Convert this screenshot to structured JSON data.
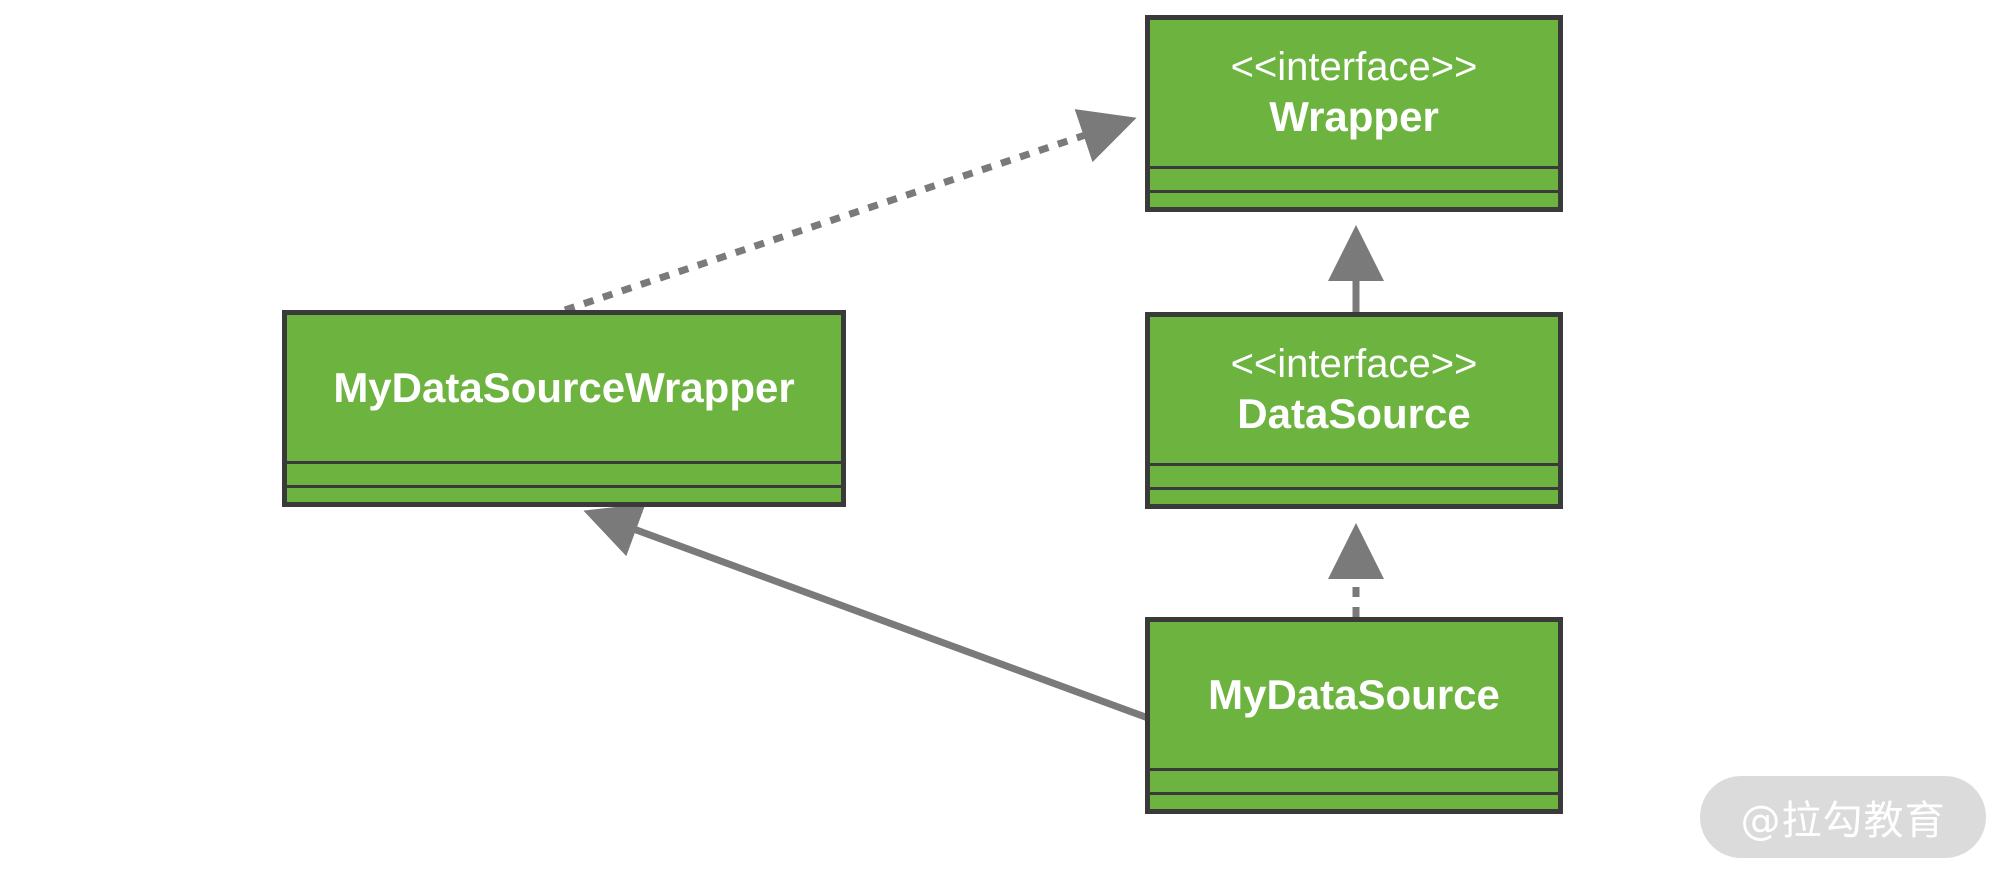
{
  "classes": {
    "wrapper": {
      "stereotype": "<<interface>>",
      "name": "Wrapper"
    },
    "datasource": {
      "stereotype": "<<interface>>",
      "name": "DataSource"
    },
    "my_datasource_wrapper": {
      "name": "MyDataSourceWrapper"
    },
    "my_datasource": {
      "name": "MyDataSource"
    }
  },
  "relations": [
    {
      "from": "MyDataSourceWrapper",
      "to": "Wrapper",
      "style": "dashed",
      "kind": "realization"
    },
    {
      "from": "DataSource",
      "to": "Wrapper",
      "style": "solid",
      "kind": "generalization"
    },
    {
      "from": "MyDataSource",
      "to": "DataSource",
      "style": "dashed",
      "kind": "realization"
    },
    {
      "from": "MyDataSource",
      "to": "MyDataSourceWrapper",
      "style": "solid",
      "kind": "generalization"
    }
  ],
  "colors": {
    "class_fill": "#6db33f",
    "class_border": "#3a3a3a",
    "class_text": "#ffffff",
    "connector": "#7a7a7a",
    "watermark_bg": "#c8c8c8"
  },
  "watermark": {
    "text": "@拉勾教育"
  }
}
